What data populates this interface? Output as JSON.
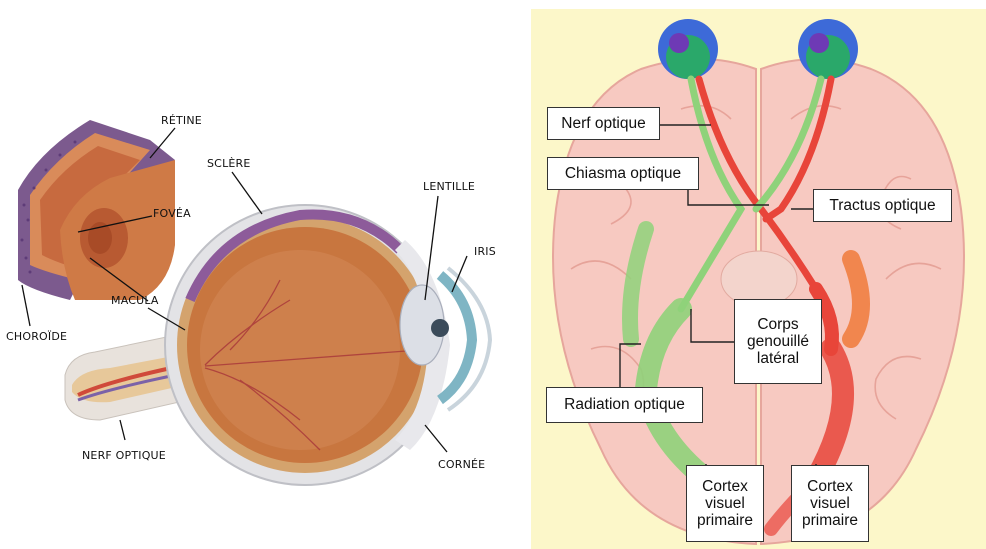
{
  "eye_diagram": {
    "labels": {
      "retine": "RÉTINE",
      "sclere": "SCLÈRE",
      "fovea": "FOVÉA",
      "lentille": "LENTILLE",
      "iris": "IRIS",
      "macula": "MACULA",
      "choroide": "CHOROÏDE",
      "nerf_optique": "NERF OPTIQUE",
      "cornee": "CORNÉE"
    }
  },
  "brain_diagram": {
    "labels": {
      "nerf_optique": "Nerf optique",
      "chiasma_optique": "Chiasma optique",
      "tractus_optique": "Tractus optique",
      "corps_genouille": [
        "Corps",
        "genouillé",
        "latéral"
      ],
      "radiation_optique": "Radiation optique",
      "cortex_left": [
        "Cortex",
        "visuel",
        "primaire"
      ],
      "cortex_right": [
        "Cortex",
        "visuel",
        "primaire"
      ]
    },
    "colors": {
      "background": "#fcf7c9",
      "green_pathway": "#8fd27a",
      "red_pathway": "#e8453a",
      "brain_tissue": "#f7c9c1"
    }
  }
}
